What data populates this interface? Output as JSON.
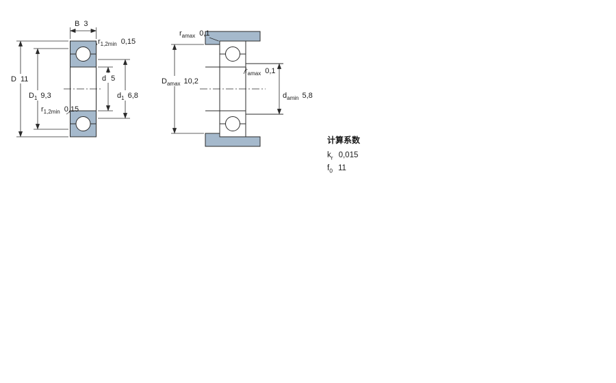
{
  "colors": {
    "section_fill": "#a5b9cc",
    "line": "#2a2a2a",
    "background": "#ffffff"
  },
  "left_view": {
    "B": {
      "sym": "B",
      "val": "3"
    },
    "r_top": {
      "sym": "r",
      "sub": "1,2min",
      "val": "0,15"
    },
    "D": {
      "sym": "D",
      "val": "11"
    },
    "D1": {
      "sym": "D",
      "sub": "1",
      "val": "9,3"
    },
    "d": {
      "sym": "d",
      "val": "5"
    },
    "d1": {
      "sym": "d",
      "sub": "1",
      "val": "6,8"
    },
    "r_bottom": {
      "sym": "r",
      "sub": "1,2min",
      "val": "0,15"
    }
  },
  "right_view": {
    "ra_top": {
      "sym": "r",
      "sub": "amax",
      "val": "0,1"
    },
    "Da": {
      "sym": "D",
      "sub": "amax",
      "val": "10,2"
    },
    "ra_mid": {
      "sym": "r",
      "sub": "amax",
      "val": "0,1"
    },
    "da": {
      "sym": "d",
      "sub": "amin",
      "val": "5,8"
    }
  },
  "factors": {
    "title": "计算系数",
    "rows": [
      {
        "sym": "k",
        "sub": "r",
        "val": "0,015"
      },
      {
        "sym": "f",
        "sub": "0",
        "val": "11"
      }
    ]
  }
}
